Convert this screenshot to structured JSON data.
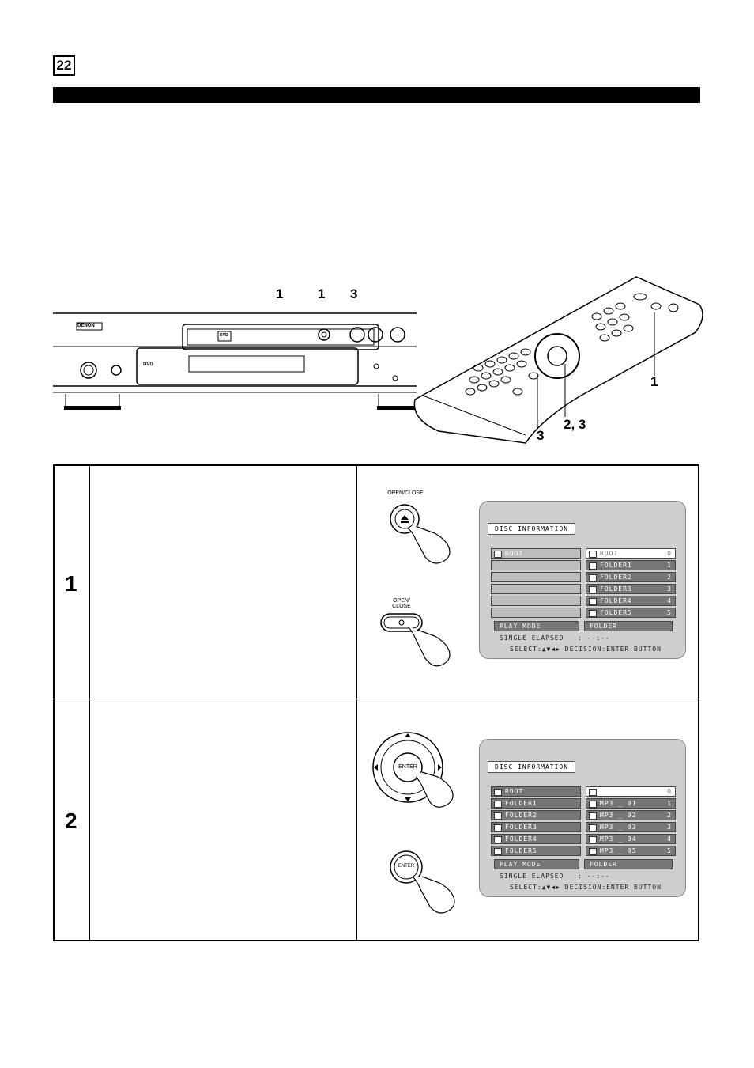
{
  "page_number": "22",
  "callouts": {
    "player_1a": "1",
    "player_1b": "1",
    "player_3": "3",
    "remote_1": "1",
    "remote_23": "2, 3",
    "remote_3": "3"
  },
  "device": {
    "brand": "DENON",
    "dvd_logo": "DVD"
  },
  "steps": [
    {
      "number": "1",
      "button_open_close_label": "OPEN/CLOSE",
      "button_open_close2_label": "OPEN/\nCLOSE"
    },
    {
      "number": "2",
      "enter_label": "ENTER",
      "enter2_label": "ENTER"
    }
  ],
  "osd1": {
    "title": "DISC INFORMATION",
    "left_rows": [
      "ROOT",
      "",
      "",
      "",
      "",
      ""
    ],
    "right_rows": [
      {
        "label": "ROOT",
        "num": "0"
      },
      {
        "label": "FOLDER1",
        "num": "1"
      },
      {
        "label": "FOLDER2",
        "num": "2"
      },
      {
        "label": "FOLDER3",
        "num": "3"
      },
      {
        "label": "FOLDER4",
        "num": "4"
      },
      {
        "label": "FOLDER5",
        "num": "5"
      }
    ],
    "play_mode_label": "PLAY MODE",
    "play_mode_value": "FOLDER",
    "elapsed_label": "SINGLE ELAPSED",
    "elapsed_value": ": --:--",
    "hint": "SELECT:▲▼◀▶ DECISION:ENTER BUTTON"
  },
  "osd2": {
    "title": "DISC INFORMATION",
    "left_rows": [
      "ROOT",
      "FOLDER1",
      "FOLDER2",
      "FOLDER3",
      "FOLDER4",
      "FOLDER5"
    ],
    "right_rows": [
      {
        "label": "",
        "num": "0"
      },
      {
        "label": "MP3 _ 01",
        "num": "1"
      },
      {
        "label": "MP3 _ 02",
        "num": "2"
      },
      {
        "label": "MP3 _ 03",
        "num": "3"
      },
      {
        "label": "MP3 _ 04",
        "num": "4"
      },
      {
        "label": "MP3 _ 05",
        "num": "5"
      }
    ],
    "play_mode_label": "PLAY MODE",
    "play_mode_value": "FOLDER",
    "elapsed_label": "SINGLE ELAPSED",
    "elapsed_value": ": --:--",
    "hint": "SELECT:▲▼◀▶ DECISION:ENTER BUTTON"
  }
}
